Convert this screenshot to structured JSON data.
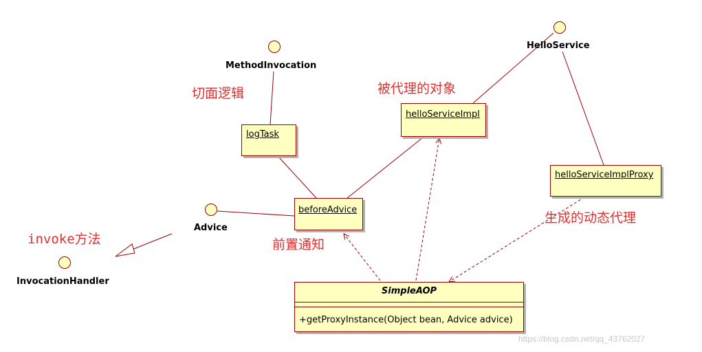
{
  "interfaces": {
    "method_invocation": "MethodInvocation",
    "hello_service": "HelloService",
    "advice": "Advice",
    "invocation_handler": "InvocationHandler"
  },
  "objects": {
    "log_task": "logTask",
    "hello_service_impl": "helloServiceImpl",
    "hello_service_impl_proxy": "helloServiceImplProxy",
    "before_advice": "beforeAdvice"
  },
  "class_box": {
    "name": "SimpleAOP",
    "operation": "+getProxyInstance(Object bean, Advice advice)"
  },
  "notes": {
    "aspect_logic": "切面逻辑",
    "proxied_object": "被代理的对象",
    "generated_proxy": "生成的动态代理",
    "before_notice": "前置通知",
    "invoke_method": "invoke方法"
  },
  "watermark": "https://blog.csdn.net/qq_43762027",
  "colors": {
    "line": "#990000",
    "box_fill": "#ffffc0",
    "note_text": "#e03030"
  }
}
